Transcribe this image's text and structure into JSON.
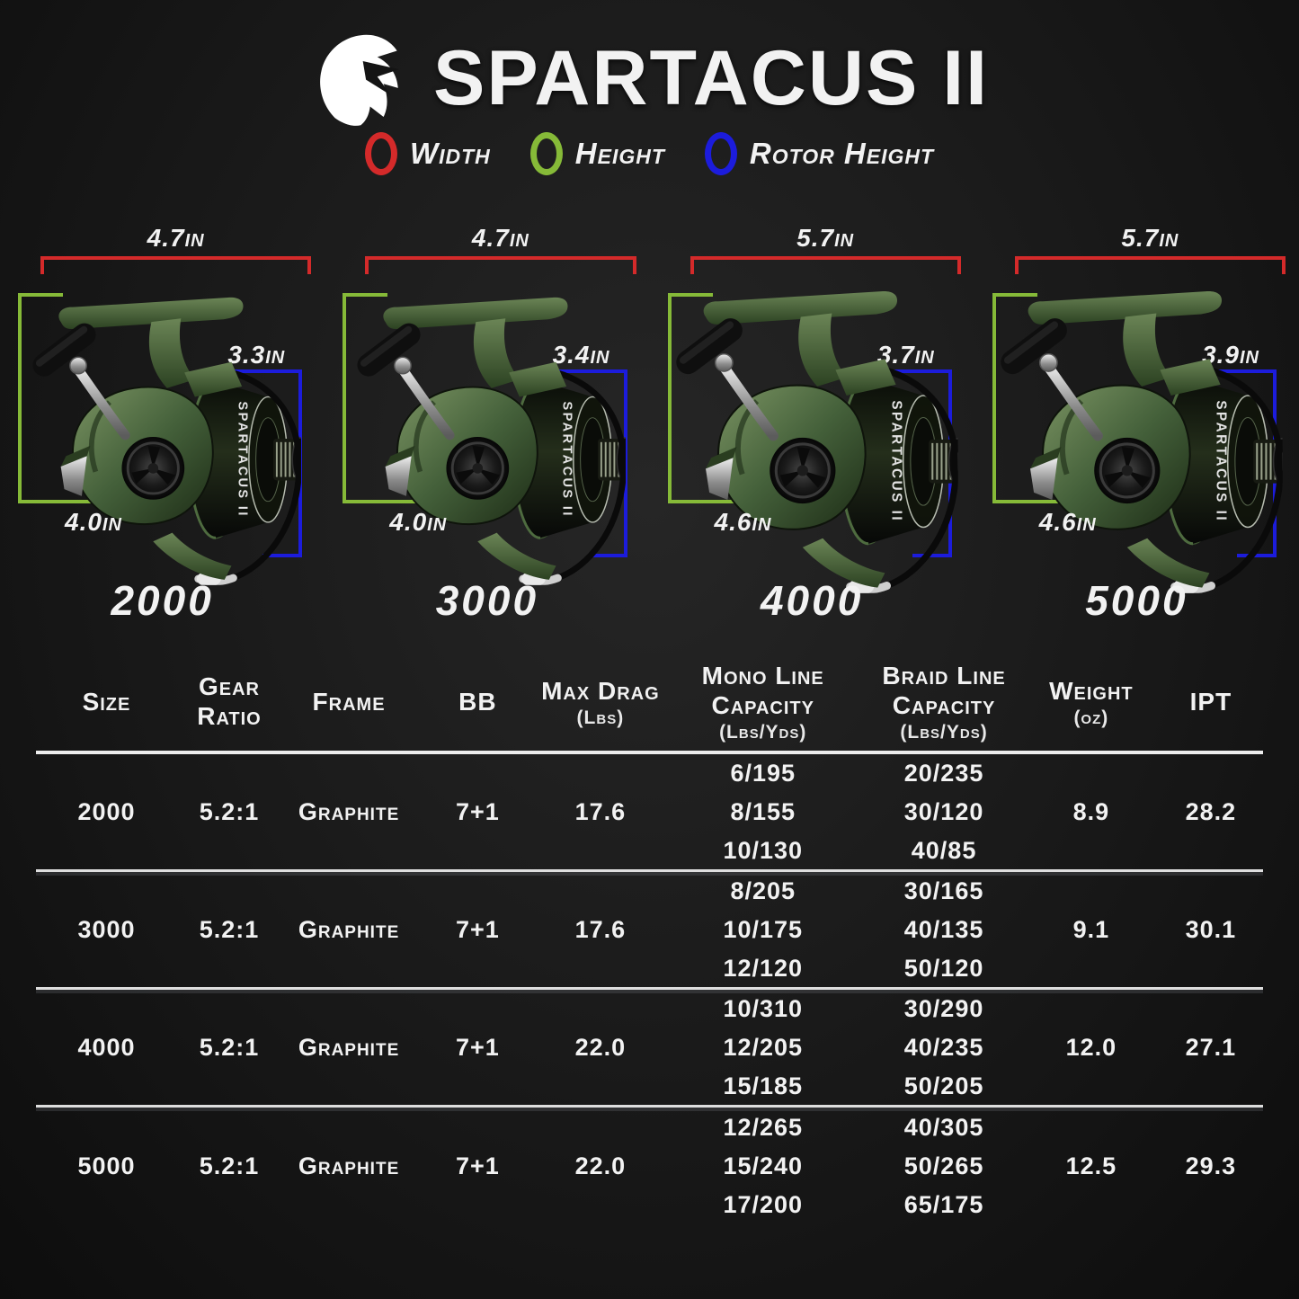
{
  "title": "SPARTACUS II",
  "colors": {
    "width": "#d42a2a",
    "height": "#86ba38",
    "rotor": "#1c1cdc"
  },
  "legend": [
    {
      "label": "Width"
    },
    {
      "label": "Height"
    },
    {
      "label": "Rotor Height"
    }
  ],
  "art": {
    "spool_text": "SPARTACUS II"
  },
  "models": [
    {
      "size": "2000",
      "width_in": "4.7in",
      "height_in": "4.0in",
      "rotor_in": "3.3in"
    },
    {
      "size": "3000",
      "width_in": "4.7in",
      "height_in": "4.0in",
      "rotor_in": "3.4in"
    },
    {
      "size": "4000",
      "width_in": "5.7in",
      "height_in": "4.6in",
      "rotor_in": "3.7in"
    },
    {
      "size": "5000",
      "width_in": "5.7in",
      "height_in": "4.6in",
      "rotor_in": "3.9in"
    }
  ],
  "table": {
    "headers": [
      {
        "label": "Size",
        "sub": ""
      },
      {
        "label": "Gear Ratio",
        "sub": ""
      },
      {
        "label": "Frame",
        "sub": ""
      },
      {
        "label": "BB",
        "sub": ""
      },
      {
        "label": "Max Drag",
        "sub": "(Lbs)"
      },
      {
        "label": "Mono Line Capacity",
        "sub": "(Lbs/Yds)"
      },
      {
        "label": "Braid Line Capacity",
        "sub": "(Lbs/Yds)"
      },
      {
        "label": "Weight",
        "sub": "(oz)"
      },
      {
        "label": "IPT",
        "sub": ""
      }
    ],
    "rows": [
      {
        "size": "2000",
        "gear_ratio": "5.2:1",
        "frame": "Graphite",
        "bb": "7+1",
        "max_drag": "17.6",
        "mono": [
          "6/195",
          "8/155",
          "10/130"
        ],
        "braid": [
          "20/235",
          "30/120",
          "40/85"
        ],
        "weight": "8.9",
        "ipt": "28.2"
      },
      {
        "size": "3000",
        "gear_ratio": "5.2:1",
        "frame": "Graphite",
        "bb": "7+1",
        "max_drag": "17.6",
        "mono": [
          "8/205",
          "10/175",
          "12/120"
        ],
        "braid": [
          "30/165",
          "40/135",
          "50/120"
        ],
        "weight": "9.1",
        "ipt": "30.1"
      },
      {
        "size": "4000",
        "gear_ratio": "5.2:1",
        "frame": "Graphite",
        "bb": "7+1",
        "max_drag": "22.0",
        "mono": [
          "10/310",
          "12/205",
          "15/185"
        ],
        "braid": [
          "30/290",
          "40/235",
          "50/205"
        ],
        "weight": "12.0",
        "ipt": "27.1"
      },
      {
        "size": "5000",
        "gear_ratio": "5.2:1",
        "frame": "Graphite",
        "bb": "7+1",
        "max_drag": "22.0",
        "mono": [
          "12/265",
          "15/240",
          "17/200"
        ],
        "braid": [
          "40/305",
          "50/265",
          "65/175"
        ],
        "weight": "12.5",
        "ipt": "29.3"
      }
    ]
  }
}
